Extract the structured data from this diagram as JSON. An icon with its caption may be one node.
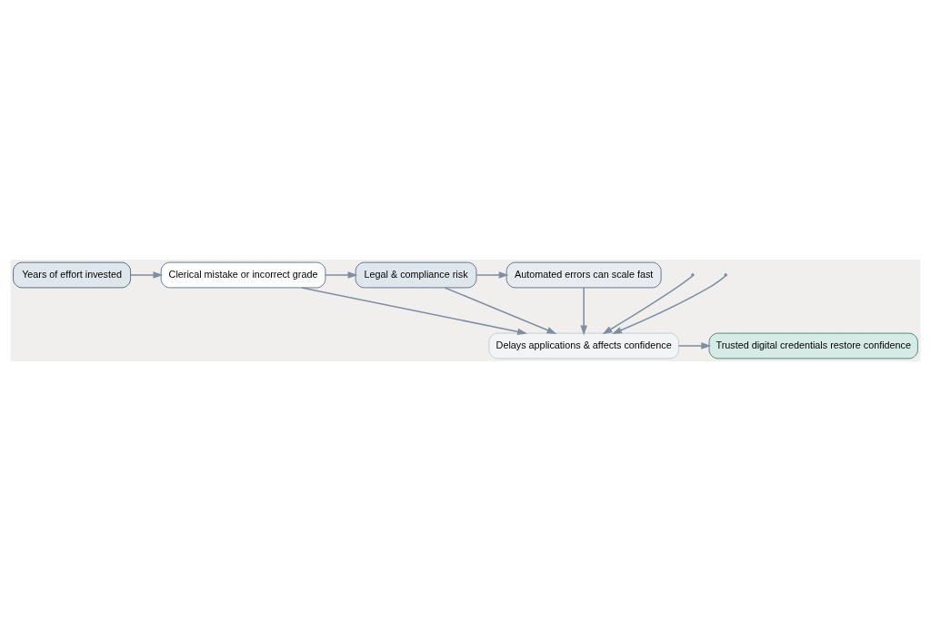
{
  "diagram": {
    "nodes": [
      {
        "text": [
          "Years of effort invested"
        ]
      },
      {
        "text": [
          "Clerical mistake or incorrect grade"
        ]
      },
      {
        "text": [
          "Legal & compliance risk"
        ]
      },
      {
        "text": [
          "Automated errors can scale fast"
        ]
      },
      {
        "text": [
          "Delays applications & affects confidence"
        ]
      },
      {
        "text": [
          "Trusted digital credentials restore confidence"
        ]
      }
    ],
    "edges": [
      {
        "from": 0,
        "to": 1,
        "arrow": "to"
      },
      {
        "from": 1,
        "to": 2,
        "arrow": "to"
      },
      {
        "from": 2,
        "to": 3,
        "arrow": "to"
      },
      {
        "from": 1,
        "to": 4,
        "arrow": "to"
      },
      {
        "from": null,
        "to": 4,
        "arrow": "to"
      },
      {
        "from": null,
        "to": 4,
        "arrow": "to"
      },
      {
        "from": 2,
        "to": 4,
        "arrow": "to"
      },
      {
        "from": 3,
        "to": 4,
        "arrow": "to"
      },
      {
        "from": 4,
        "to": 5,
        "arrow": "to"
      }
    ]
  }
}
